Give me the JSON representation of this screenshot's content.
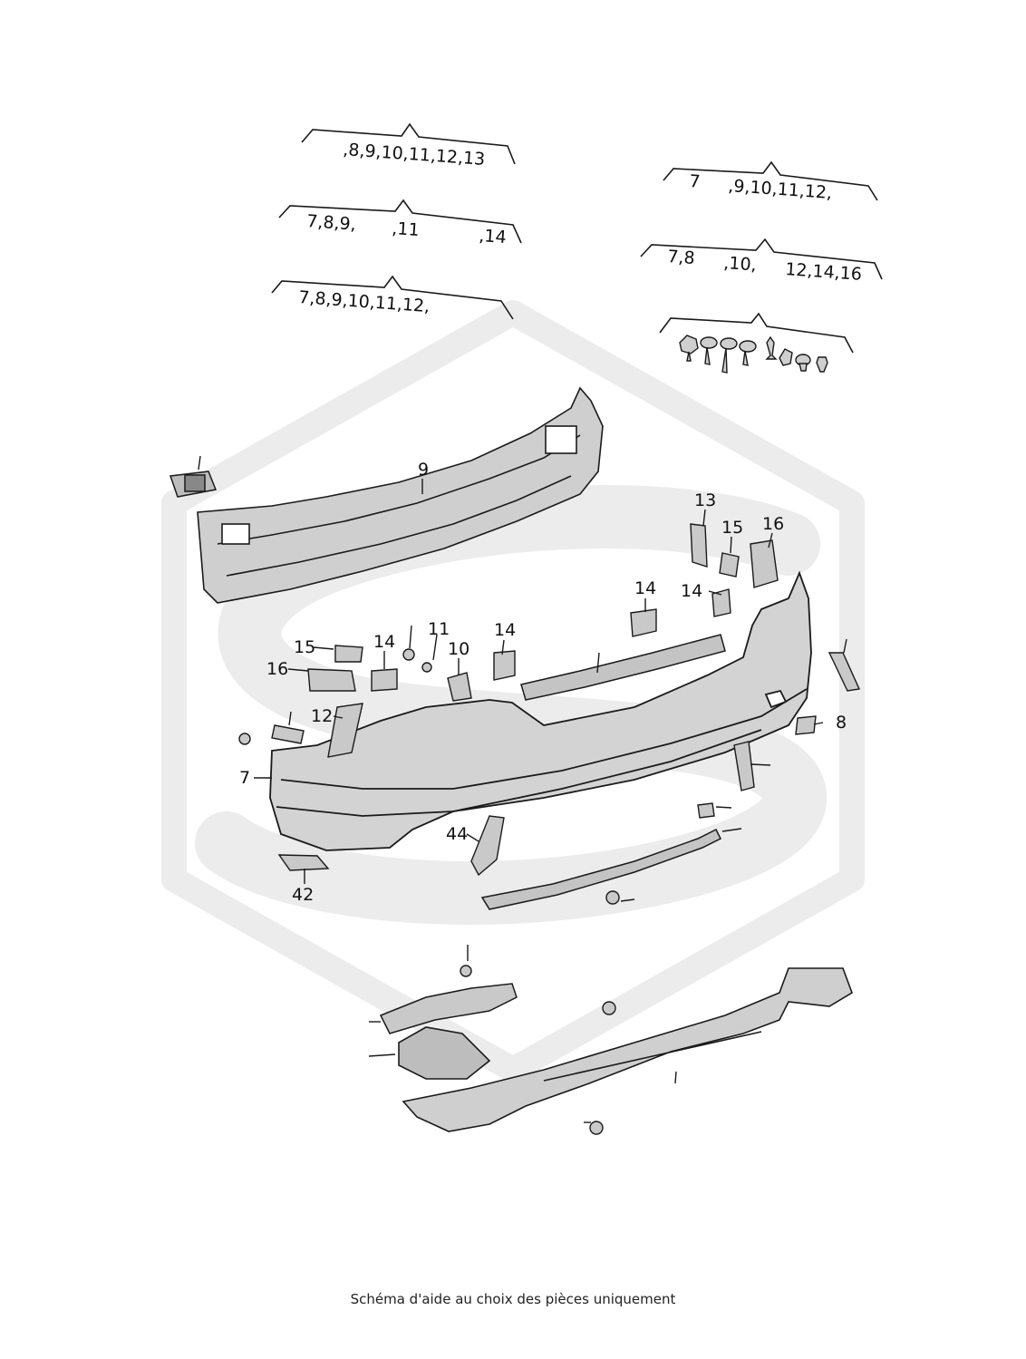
{
  "colors": {
    "watermark": "#ececec",
    "part_fill": "#cfcfcf",
    "part_shade": "#a9a9a9",
    "outline": "#1a1a1a",
    "text": "#111111"
  },
  "group_labels": [
    ",8,9,10,11,12,13",
    "7,8,9,",
    ",11",
    ",14",
    "7,8,9,10,11,12,",
    "7",
    ",9,10,11,12,",
    "7,8",
    ",10,",
    "12,14,16"
  ],
  "part_callouts": [
    "9",
    "13",
    "15",
    "16",
    "14",
    "14",
    "15",
    "16",
    "14",
    "11",
    "10",
    "14",
    "12",
    "8",
    "7",
    "44",
    "42"
  ],
  "icons": {
    "watermark": "brand-watermark-icon",
    "screws": "screw-fastener-icon"
  },
  "footer": "Schéma d'aide au choix des pièces uniquement"
}
